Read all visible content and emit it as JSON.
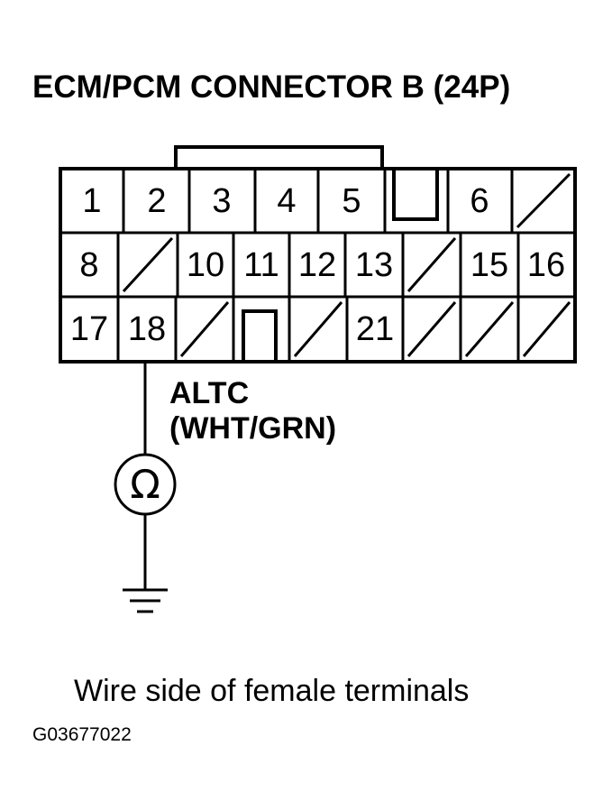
{
  "title": "ECM/PCM CONNECTOR B (24P)",
  "connector": {
    "rows": [
      [
        {
          "label": "1"
        },
        {
          "label": "2"
        },
        {
          "label": "3"
        },
        {
          "label": "4"
        },
        {
          "label": "5"
        },
        {
          "label": null,
          "kind": "key-notch"
        },
        {
          "label": "6"
        },
        {
          "label": null,
          "kind": "unused"
        }
      ],
      [
        {
          "label": "8"
        },
        {
          "label": null,
          "kind": "unused"
        },
        {
          "label": "10"
        },
        {
          "label": "11"
        },
        {
          "label": "12"
        },
        {
          "label": "13"
        },
        {
          "label": null,
          "kind": "unused"
        },
        {
          "label": "15"
        },
        {
          "label": "16"
        }
      ],
      [
        {
          "label": "17"
        },
        {
          "label": "18"
        },
        {
          "label": null,
          "kind": "unused"
        },
        {
          "label": null,
          "kind": "key-notch"
        },
        {
          "label": null,
          "kind": "unused"
        },
        {
          "label": "21"
        },
        {
          "label": null,
          "kind": "unused"
        },
        {
          "label": null,
          "kind": "unused"
        },
        {
          "label": null,
          "kind": "unused"
        }
      ]
    ]
  },
  "probe_terminal": "18",
  "wire": {
    "signal": "ALTC",
    "color": "(WHT/GRN)"
  },
  "meter": {
    "symbol": "Ω",
    "icon": "ohmmeter-icon"
  },
  "ground_icon": "ground-icon",
  "caption": "Wire side of female terminals",
  "figure_id": "G03677022"
}
